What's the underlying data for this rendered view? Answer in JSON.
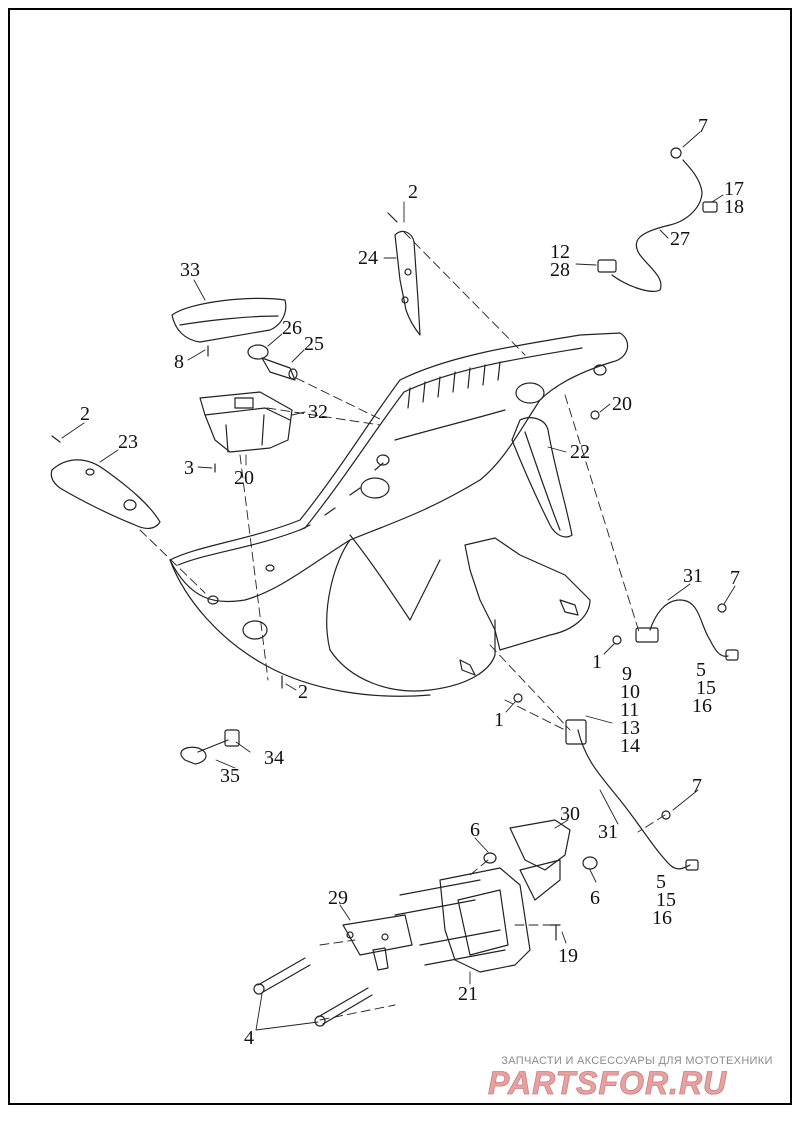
{
  "callouts": {
    "c2a": "2",
    "c24": "24",
    "c7a": "7",
    "c17": "17",
    "c18": "18",
    "c27": "27",
    "c12": "12",
    "c28": "28",
    "c33": "33",
    "c26": "26",
    "c25": "25",
    "c8": "8",
    "c32": "32",
    "c2b": "2",
    "c23": "23",
    "c3": "3",
    "c20a": "20",
    "c20b": "20",
    "c22": "22",
    "c31a": "31",
    "c7b": "7",
    "c1a": "1",
    "c9": "9",
    "c5a": "5",
    "c15a": "15",
    "c16a": "16",
    "c10": "10",
    "c11": "11",
    "c13": "13",
    "c14": "14",
    "c2c": "2",
    "c1b": "1",
    "c34": "34",
    "c35": "35",
    "c7c": "7",
    "c31b": "31",
    "c30": "30",
    "c6a": "6",
    "c6b": "6",
    "c5b": "5",
    "c15b": "15",
    "c16b": "16",
    "c29": "29",
    "c19": "19",
    "c21": "21",
    "c4": "4"
  },
  "watermark": {
    "tagline": "ЗАПЧАСТИ И АКСЕССУАРЫ ДЛЯ МОТОТЕХНИКИ",
    "logo_text": "PARTSFOR.RU",
    "color": "#e8a0a0"
  }
}
